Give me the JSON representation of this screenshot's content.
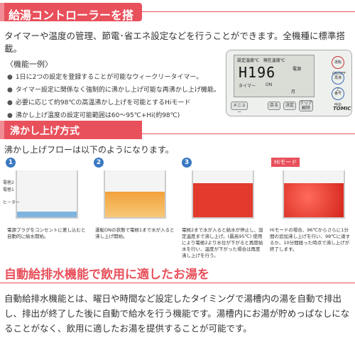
{
  "section1": {
    "title": "給湯コントローラーを搭載",
    "paragraph": "タイマーや温度の管理、節電･省エネ設定などを行うことができます。全機種に標準搭載。",
    "sub_heading": "〈機能一例〉",
    "bullets": [
      "1日に2つの設定を登録することが可能なウィークリータイマー。",
      "タイマー設定に関係なく強制的に沸かし上げ可能な再沸かし上げ機能。",
      "必要に応じて約98℃の高温沸かし上げを可能とするHiモード",
      "沸かし上げ温度の設定可能範囲は60～95℃+Hi(約98℃)"
    ],
    "bullet_mark": "●",
    "controller": {
      "lcd_top": "設定温度℃　現在温度℃",
      "lcd_number": "H196",
      "lcd_right": "電源",
      "lcd_mode": "タイマー",
      "lcd_on": "ON",
      "lcd_day": "月",
      "buttons": [
        "メニュー",
        "戻る",
        "決定",
        "クリア 解除"
      ],
      "round_buttons": [
        "運転 ON/OFF",
        "再沸 上",
        "番号 呼出"
      ],
      "logo": "TOMIC"
    }
  },
  "section2": {
    "title": "沸かし上げ方式",
    "intro": "沸かし上げフローは以下のようになります。",
    "steps": [
      {
        "badge": "1",
        "caption": "電源プラグをコンセントに差し込むと自動的に給水開始。",
        "labels": [
          "電極2",
          "電極1",
          "ヒーター"
        ]
      },
      {
        "badge": "2",
        "caption": "運転ONの状態で電極1まで水が入ると沸し上げ開始。"
      },
      {
        "badge": "3",
        "caption": "電極2まで水が入ると給水が停止し、設定温度まで沸し上げ。(最高95℃) 使用により電極2より水位が下がると再度給水を行い、温度が下がった場合は再度沸し上げを行う。"
      },
      {
        "badge": "Hiモード",
        "caption": "Hiモードの場合、96℃からさらに1分間の追加沸し上げを行い、98℃に達するか、10分間経った時点で沸し上げが終了します。"
      }
    ]
  },
  "section3": {
    "title": "自動給排水機能で飲用に適したお湯を",
    "paragraph": "自動給排水機能とは、曜日や時間など設定したタイミングで湯槽内の湯を自動で排出し、排出が終了した後に自動で給水を行う機能です。湯槽内にお湯が貯めっぱなしになることがなく、飲用に適したお湯を提供することが可能です。"
  },
  "colors": {
    "accent": "#e8505b",
    "step_blue": "#3a78c2",
    "water_blue": "#7fb4e0",
    "water_orange": "#f2a23c",
    "water_red": "#e23a2c"
  }
}
